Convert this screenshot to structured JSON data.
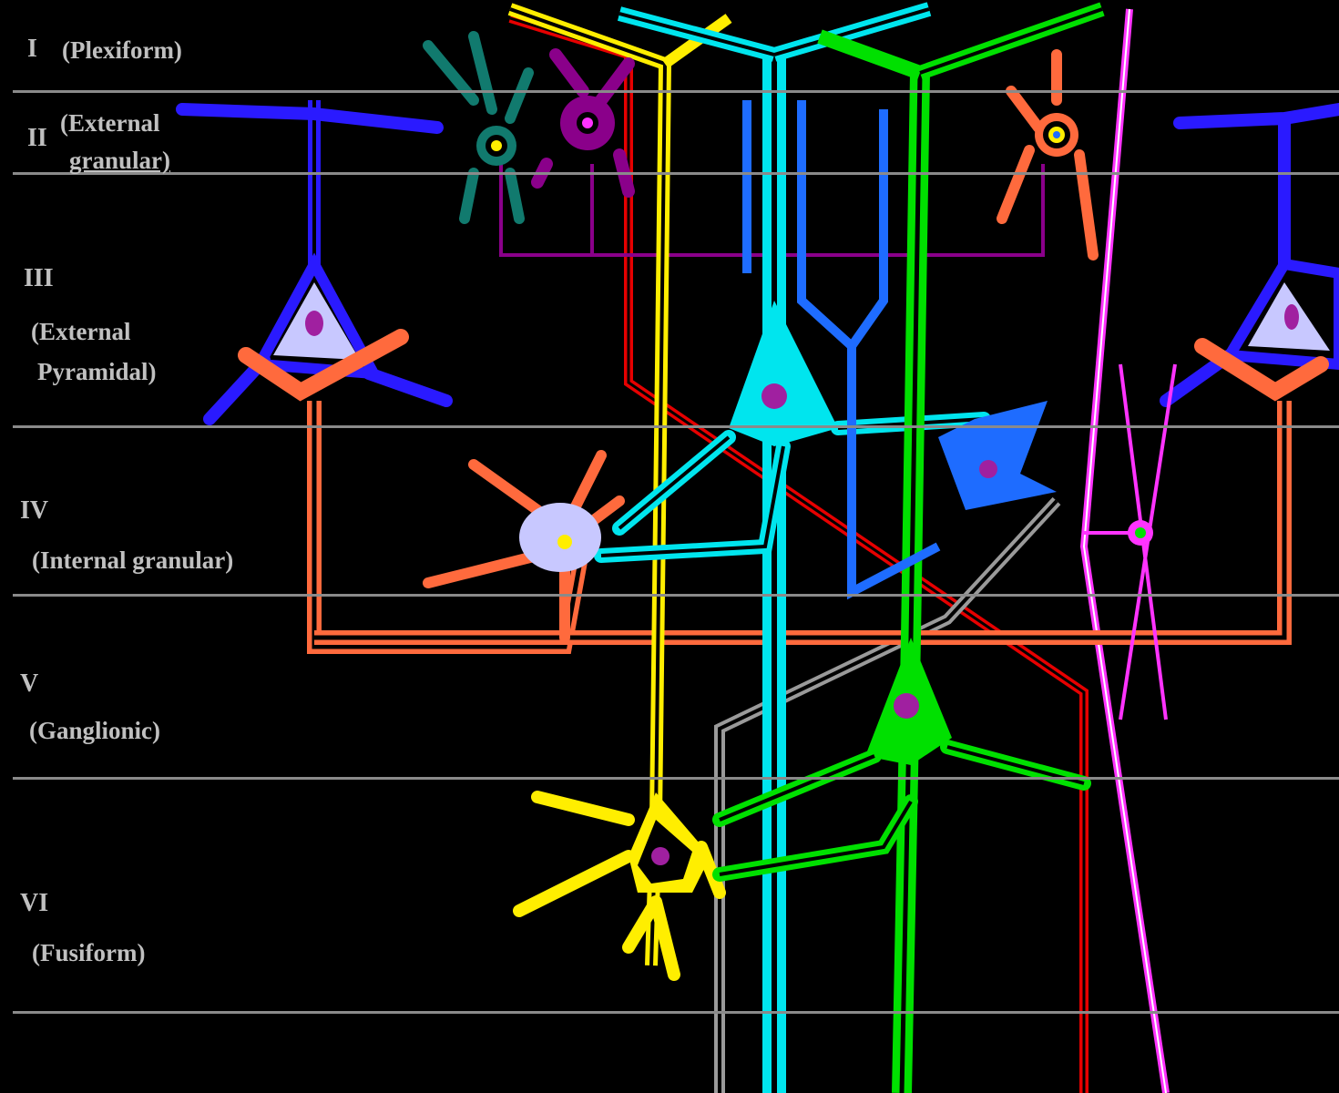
{
  "layers": [
    {
      "numeral": "I",
      "name": "(Plexiform)"
    },
    {
      "numeral": "II",
      "name": "(External",
      "name2": "granular)"
    },
    {
      "numeral": "III",
      "name": "(External",
      "name2": "Pyramidal)"
    },
    {
      "numeral": "IV",
      "name": "(Internal granular)"
    },
    {
      "numeral": "V",
      "name": "(Ganglionic)"
    },
    {
      "numeral": "VI",
      "name": "(Fusiform)"
    }
  ],
  "colors": {
    "background": "#000000",
    "divider": "#8a8a8a",
    "label": "#c0c0c0",
    "pyramidal_large": "#2a1aff",
    "pyramidal_medium": "#00e5ee",
    "pyramidal_green": "#00e000",
    "fusiform": "#ffee00",
    "martinotti": "#e60000",
    "stellate_orange": "#ff6a3d",
    "granule_purple": "#8a008a",
    "horizontal_magenta": "#ff33ff",
    "afferent_grey": "#9a9a9a",
    "basket_blue": "#1e6cff"
  }
}
